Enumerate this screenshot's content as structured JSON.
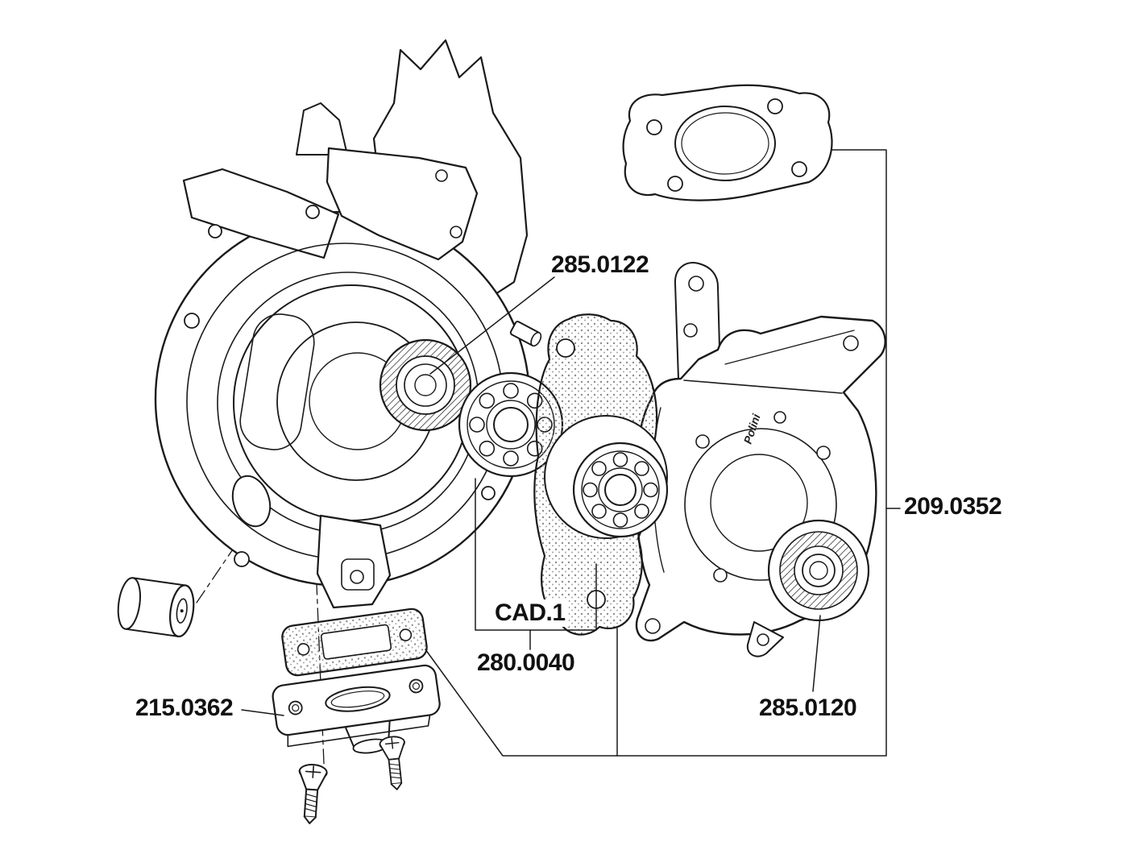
{
  "page": {
    "background": "#ffffff",
    "ink_color": "#1a1a1a"
  },
  "diagram": {
    "type": "exploded-parts-diagram",
    "subject": "engine crankcase exploded view",
    "brand_mark": "Polini",
    "labels": {
      "seal_left": "285.0122",
      "gasket_set": "209.0352",
      "cad_ref": "CAD.1",
      "center_gasket": "280.0040",
      "seal_right": "285.0120",
      "intake_kit": "215.0362"
    }
  }
}
